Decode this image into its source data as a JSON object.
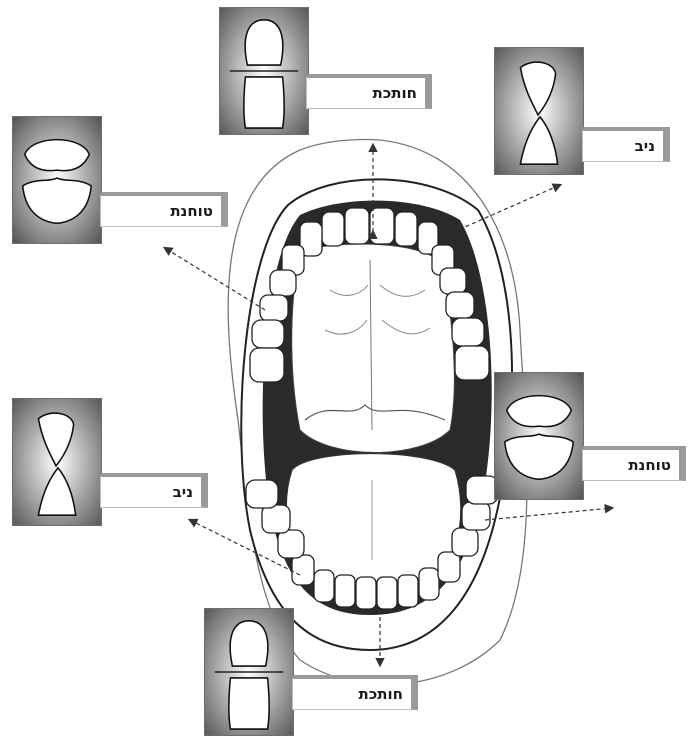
{
  "diagram": {
    "cards": [
      {
        "id": "incisor-top",
        "label": "חותכת",
        "tooth": "incisor"
      },
      {
        "id": "canine-top",
        "label": "ניב",
        "tooth": "canine"
      },
      {
        "id": "molar-top",
        "label": "טוחנת",
        "tooth": "molar"
      },
      {
        "id": "molar-right",
        "label": "טוחנת",
        "tooth": "molar"
      },
      {
        "id": "canine-left",
        "label": "ניב",
        "tooth": "canine"
      },
      {
        "id": "incisor-bottom",
        "label": "חותכת",
        "tooth": "incisor"
      }
    ],
    "icons": {
      "incisor": "incisor-tooth-icon",
      "canine": "canine-tooth-icon",
      "molar": "molar-tooth-icon"
    }
  }
}
